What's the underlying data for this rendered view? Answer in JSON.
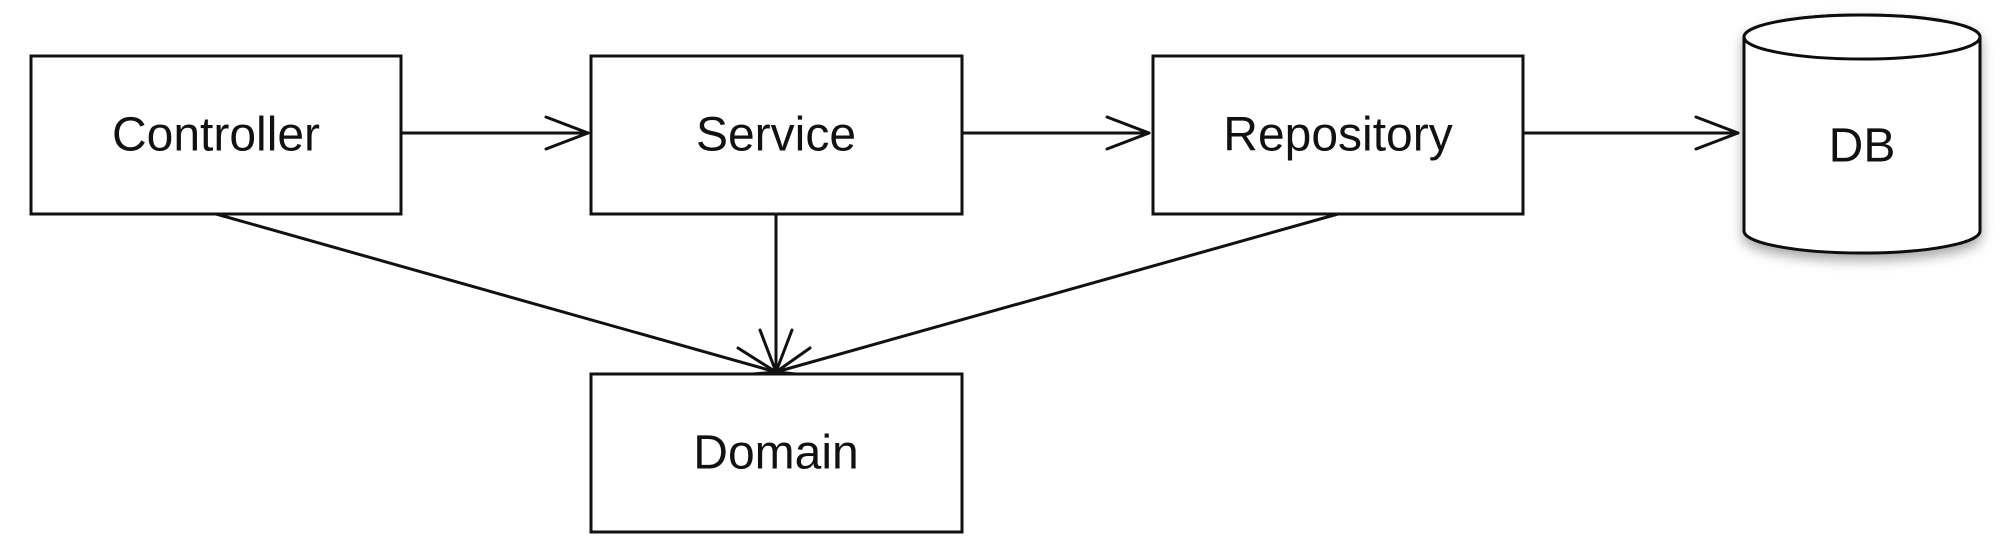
{
  "diagram": {
    "nodes": {
      "controller": "Controller",
      "service": "Service",
      "repository": "Repository",
      "db": "DB",
      "domain": "Domain"
    },
    "edges": [
      {
        "from": "Controller",
        "to": "Service"
      },
      {
        "from": "Service",
        "to": "Repository"
      },
      {
        "from": "Repository",
        "to": "DB"
      },
      {
        "from": "Controller",
        "to": "Domain"
      },
      {
        "from": "Service",
        "to": "Domain"
      },
      {
        "from": "Repository",
        "to": "Domain"
      }
    ],
    "colors": {
      "stroke": "#111111",
      "fill": "#ffffff"
    }
  }
}
